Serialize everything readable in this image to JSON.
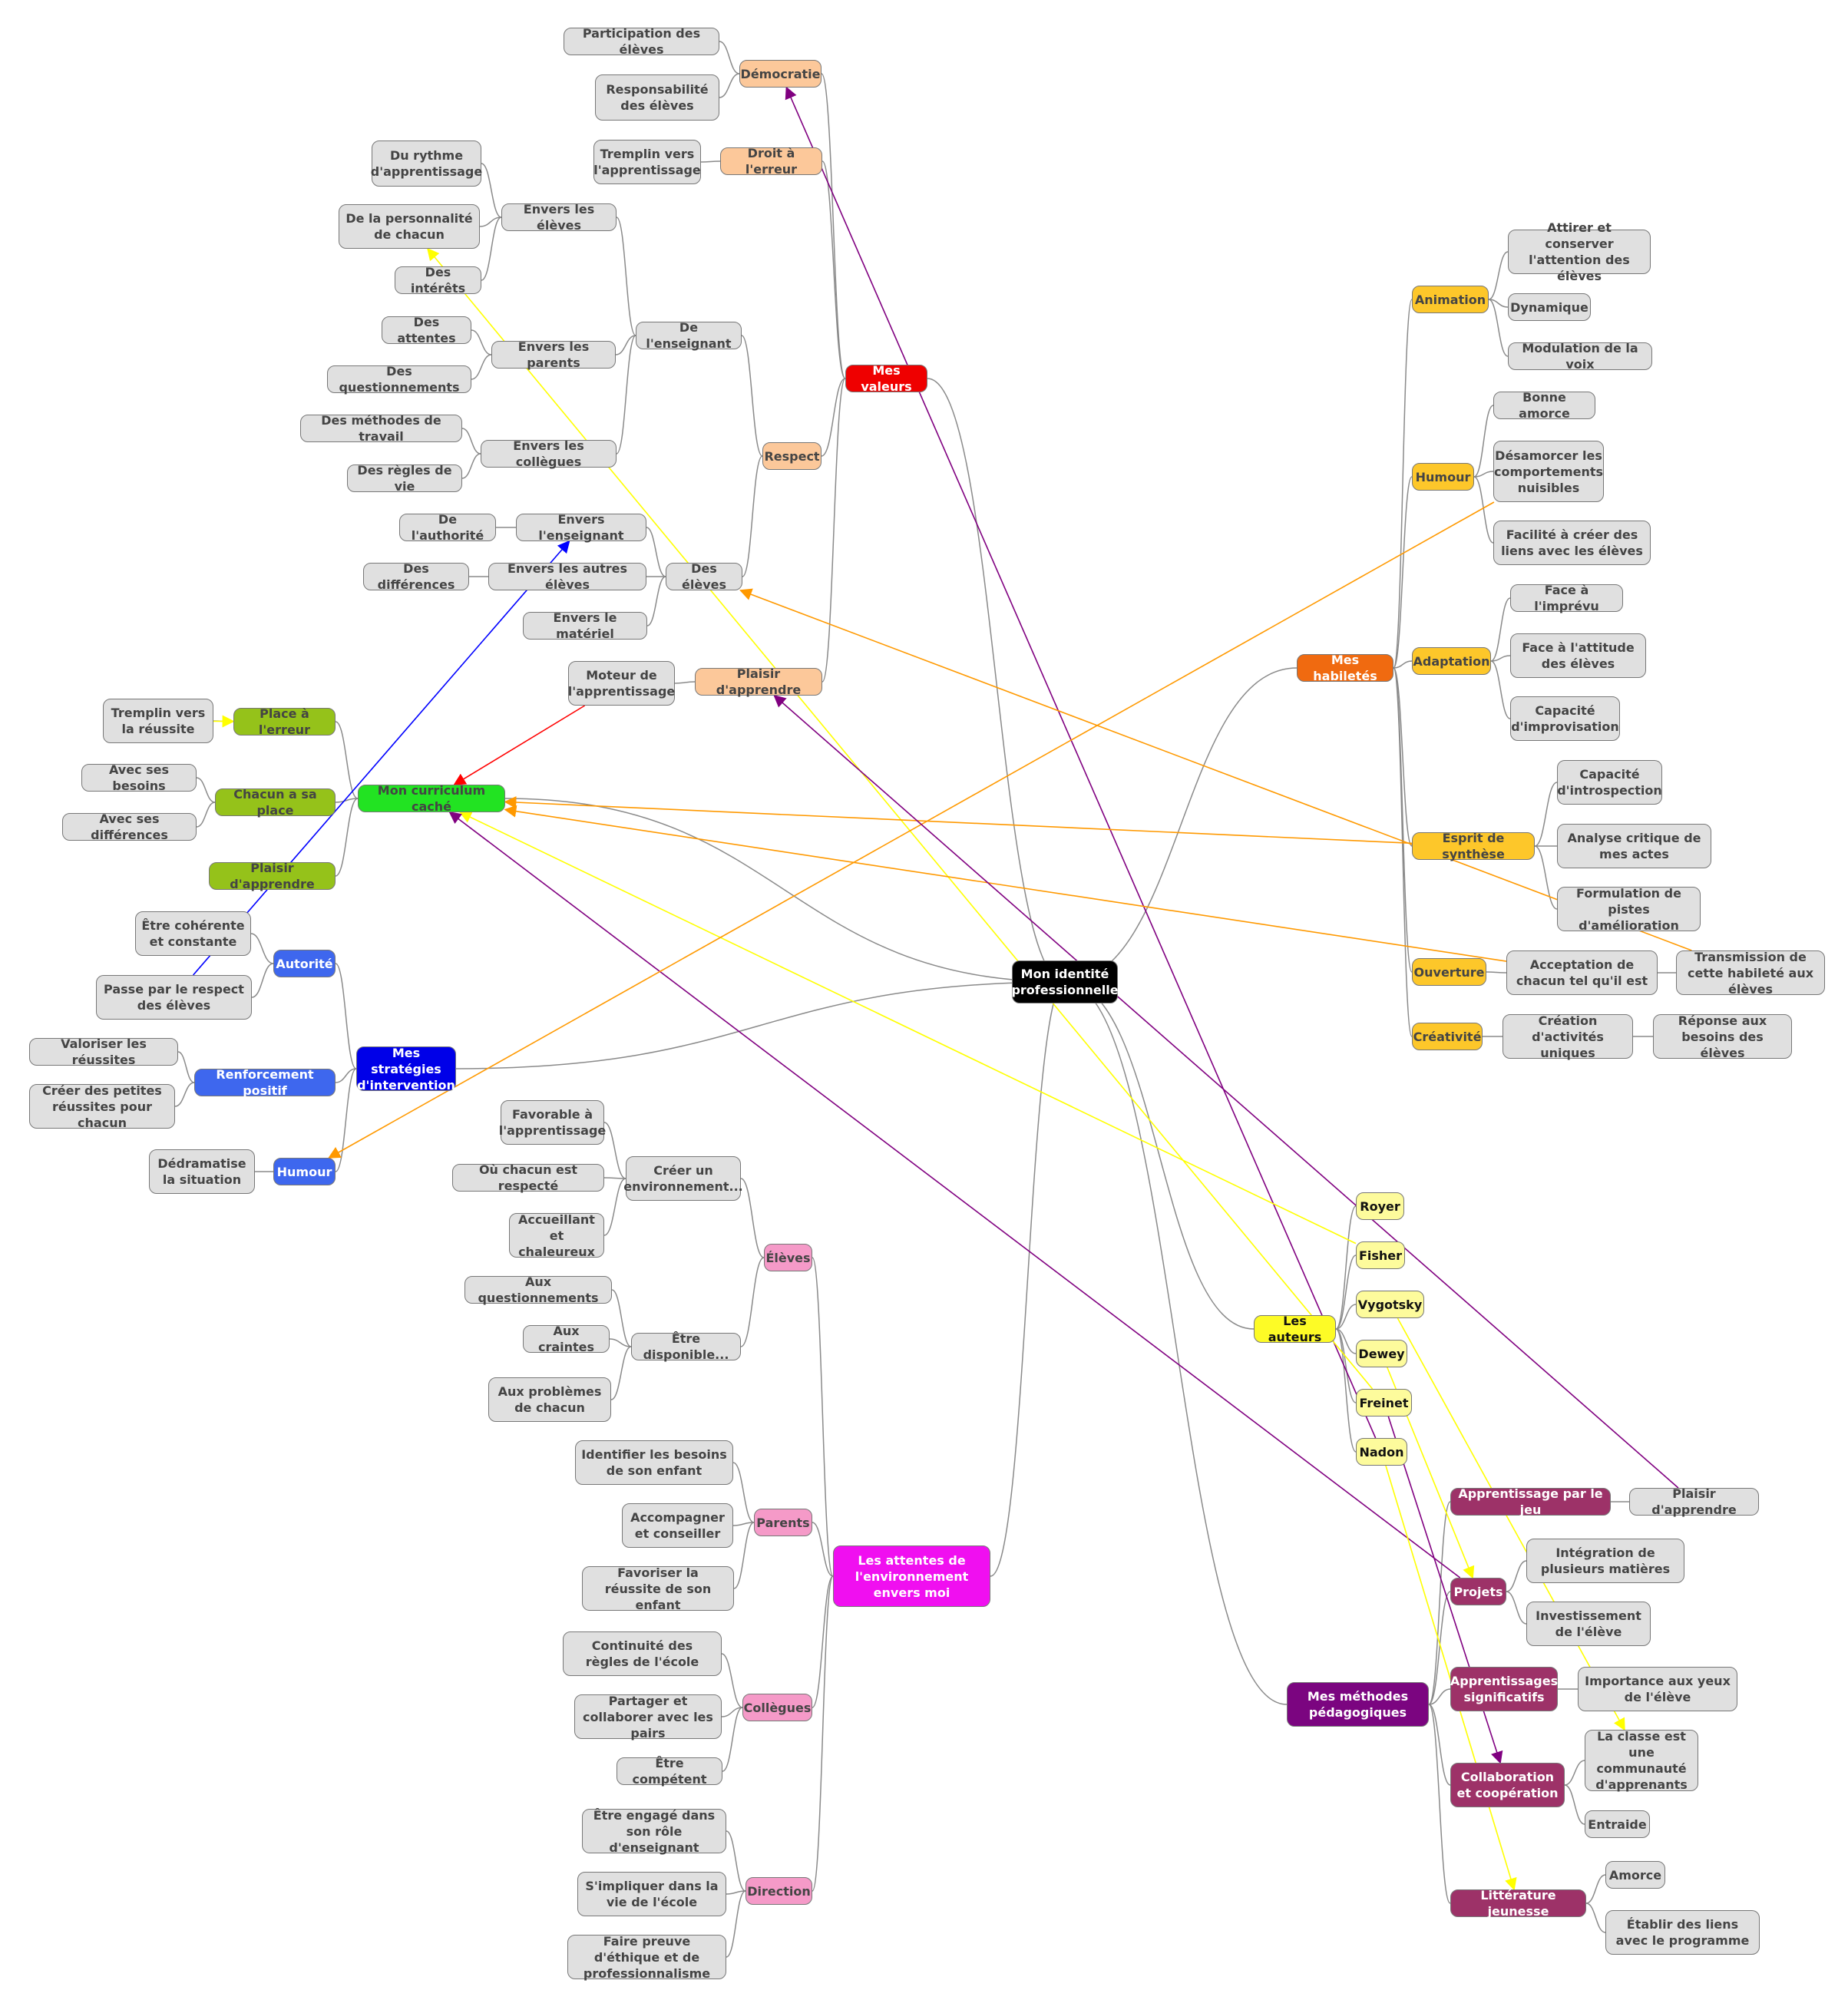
{
  "colors": {
    "root": "#000000",
    "values": "#ef0000",
    "values_sub": "#fcc89a",
    "curriculum": "#22e322",
    "curriculum_sub": "#95c21a",
    "strategies": "#0000e8",
    "strategies_sub": "#3e67ee",
    "expectations": "#f00ff0",
    "expectations_sub": "#f59ac8",
    "skills": "#f06a10",
    "skills_sub": "#fdc72a",
    "authors": "#fdfb26",
    "authors_sub": "#fdfb9c",
    "methods": "#7b0580",
    "methods_sub": "#9d3268",
    "leaf": "#e0e0e0",
    "link_purple": "#800080",
    "link_yellow": "#ffff00",
    "link_orange": "#ff9900",
    "link_blue": "#0000ff",
    "link_red": "#ff0000"
  },
  "nodes": {
    "root": "Mon identité professionnelle",
    "val": "Mes valeurs",
    "demo": "Démocratie",
    "demo1": "Participation des élèves",
    "demo2": "Responsabilité des élèves",
    "droit": "Droit à l'erreur",
    "droit1": "Tremplin vers l'apprentissage",
    "respect": "Respect",
    "ens": "De l'enseignant",
    "ens_el": "Envers les élèves",
    "rythme": "Du rythme d'apprentissage",
    "perso": "De la personnalité de chacun",
    "interets": "Des intérêts",
    "ens_par": "Envers les parents",
    "attentes": "Des attentes",
    "questionnements": "Des questionnements",
    "ens_col": "Envers les collègues",
    "methodes": "Des méthodes de travail",
    "regles": "Des règles de vie",
    "eleves": "Des élèves",
    "el_ens": "Envers l'enseignant",
    "autorite": "De l'authorité",
    "el_aut": "Envers les autres élèves",
    "differences": "Des différences",
    "el_mat": "Envers le matériel",
    "plaisir": "Plaisir d'apprendre",
    "moteur": "Moteur de l'apprentissage",
    "curr": "Mon curriculum caché",
    "place": "Place à l'erreur",
    "place1": "Tremplin vers la réussite",
    "chacun": "Chacun a sa place",
    "chacun1": "Avec ses besoins",
    "chacun2": "Avec ses différences",
    "curr_pl": "Plaisir d'apprendre",
    "strat": "Mes stratégies d'intervention",
    "aut": "Autorité",
    "aut1": "Être cohérente et constante",
    "aut2": "Passe par le respect des élèves",
    "renf": "Renforcement positif",
    "renf1": "Valoriser les réussites",
    "renf2": "Créer des petites réussites pour chacun",
    "humst": "Humour",
    "humst1": "Dédramatise la situation",
    "att": "Les attentes de l'environnement envers moi",
    "att_el": "Élèves",
    "creer": "Créer un environnement...",
    "creer1": "Favorable à l'apprentissage",
    "creer2": "Où chacun est respecté",
    "creer3": "Accueillant et chaleureux",
    "dispo": "Être disponible...",
    "dispo1": "Aux questionnements",
    "dispo2": "Aux craintes",
    "dispo3": "Aux problèmes de chacun",
    "parents": "Parents",
    "par1": "Identifier les besoins de son enfant",
    "par2": "Accompagner et conseiller",
    "par3": "Favoriser la réussite de son enfant",
    "colleg": "Collègues",
    "col1": "Continuité des règles de l'école",
    "col2": "Partager et collaborer avec les pairs",
    "col3": "Être compétent",
    "direction": "Direction",
    "dir1": "Être engagé dans son rôle d'enseignant",
    "dir2": "S'impliquer dans la vie de l'école",
    "dir3": "Faire preuve d'éthique et de professionnalisme",
    "hab": "Mes habiletés",
    "anim": "Animation",
    "anim1": "Attirer et conserver l'attention des élèves",
    "anim2": "Dynamique",
    "anim3": "Modulation de la voix",
    "hum": "Humour",
    "hum1": "Bonne amorce",
    "hum2": "Désamorcer les comportements nuisibles",
    "hum3": "Facilité à créer des liens avec les élèves",
    "adapt": "Adaptation",
    "adapt1": "Face à l'imprévu",
    "adapt2": "Face à l'attitude des élèves",
    "adapt3": "Capacité d'improvisation",
    "synth": "Esprit de synthèse",
    "synth1": "Capacité d'introspection",
    "synth2": "Analyse critique de mes actes",
    "synth3": "Formulation de pistes d'amélioration",
    "ouv": "Ouverture",
    "ouv1": "Acceptation de chacun tel qu'il est",
    "ouv2": "Transmission de cette habileté aux élèves",
    "crea": "Créativité",
    "crea1": "Création d'activités uniques",
    "crea2": "Réponse aux besoins des élèves",
    "auteurs": "Les auteurs",
    "royer": "Royer",
    "fisher": "Fisher",
    "vygotsky": "Vygotsky",
    "dewey": "Dewey",
    "freinet": "Freinet",
    "nadon": "Nadon",
    "meth": "Mes méthodes pédagogiques",
    "jeu": "Apprentissage par le jeu",
    "jeu1": "Plaisir d'apprendre",
    "projets": "Projets",
    "proj1": "Intégration de plusieurs matières",
    "proj2": "Investissement de l'élève",
    "signif": "Apprentissages significatifs",
    "sig1": "Importance aux yeux de l'élève",
    "collab": "Collaboration et coopération",
    "collab1": "La classe est une communauté d'apprenants",
    "collab2": "Entraide",
    "litt": "Littérature jeunesse",
    "litt1": "Amorce",
    "litt2": "Établir des liens avec le programme"
  }
}
